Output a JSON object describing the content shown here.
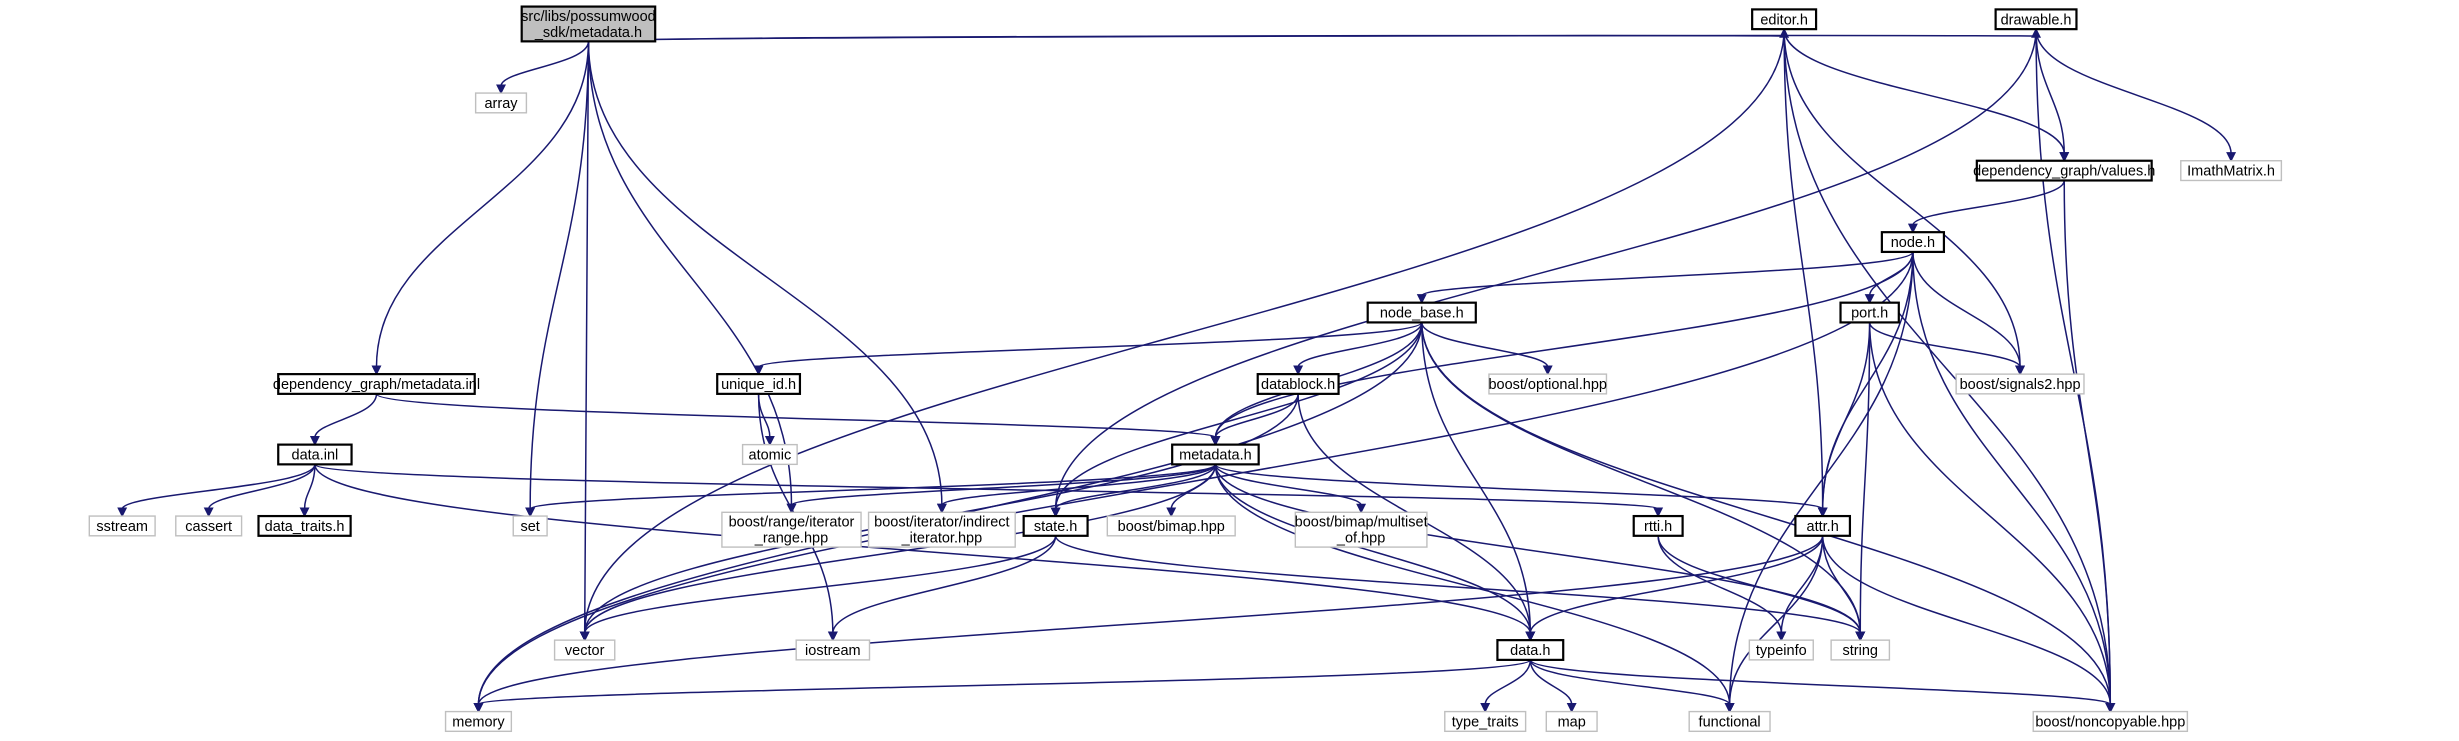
{
  "title": "src/libs/possumwood_sdk/metadata.h",
  "colors": {
    "edge": "#191970",
    "root_fill": "#bfbfbf",
    "node_border": "#000000",
    "external_border": "#bfbfbf"
  },
  "nodes": [
    {
      "id": "root",
      "lines": [
        "src/libs/possumwood",
        "_sdk/metadata.h"
      ],
      "kind": "root"
    },
    {
      "id": "array",
      "lines": [
        "array"
      ],
      "kind": "external"
    },
    {
      "id": "editor",
      "lines": [
        "editor.h"
      ],
      "kind": "file"
    },
    {
      "id": "drawable",
      "lines": [
        "drawable.h"
      ],
      "kind": "file"
    },
    {
      "id": "imath",
      "lines": [
        "ImathMatrix.h"
      ],
      "kind": "external"
    },
    {
      "id": "dgvalues",
      "lines": [
        "dependency_graph/values.h"
      ],
      "kind": "file"
    },
    {
      "id": "node",
      "lines": [
        "node.h"
      ],
      "kind": "file"
    },
    {
      "id": "nodebase",
      "lines": [
        "node_base.h"
      ],
      "kind": "file"
    },
    {
      "id": "port",
      "lines": [
        "port.h"
      ],
      "kind": "file"
    },
    {
      "id": "signals2",
      "lines": [
        "boost/signals2.hpp"
      ],
      "kind": "external"
    },
    {
      "id": "dgmetainl",
      "lines": [
        "dependency_graph/metadata.inl"
      ],
      "kind": "file"
    },
    {
      "id": "uniqueid",
      "lines": [
        "unique_id.h"
      ],
      "kind": "file"
    },
    {
      "id": "datablock",
      "lines": [
        "datablock.h"
      ],
      "kind": "file"
    },
    {
      "id": "boostopt",
      "lines": [
        "boost/optional.hpp"
      ],
      "kind": "external"
    },
    {
      "id": "atomic",
      "lines": [
        "atomic"
      ],
      "kind": "external"
    },
    {
      "id": "datainl",
      "lines": [
        "data.inl"
      ],
      "kind": "file"
    },
    {
      "id": "metadata",
      "lines": [
        "metadata.h"
      ],
      "kind": "file"
    },
    {
      "id": "sstream",
      "lines": [
        "sstream"
      ],
      "kind": "external"
    },
    {
      "id": "cassert",
      "lines": [
        "cassert"
      ],
      "kind": "external"
    },
    {
      "id": "datatraits",
      "lines": [
        "data_traits.h"
      ],
      "kind": "file"
    },
    {
      "id": "set",
      "lines": [
        "set"
      ],
      "kind": "external"
    },
    {
      "id": "rangeiter",
      "lines": [
        "boost/range/iterator",
        "_range.hpp"
      ],
      "kind": "external"
    },
    {
      "id": "indiriter",
      "lines": [
        "boost/iterator/indirect",
        "_iterator.hpp"
      ],
      "kind": "external"
    },
    {
      "id": "state",
      "lines": [
        "state.h"
      ],
      "kind": "file"
    },
    {
      "id": "bimap",
      "lines": [
        "boost/bimap.hpp"
      ],
      "kind": "external"
    },
    {
      "id": "multiset",
      "lines": [
        "boost/bimap/multiset",
        "_of.hpp"
      ],
      "kind": "external"
    },
    {
      "id": "rtti",
      "lines": [
        "rtti.h"
      ],
      "kind": "file"
    },
    {
      "id": "attr",
      "lines": [
        "attr.h"
      ],
      "kind": "file"
    },
    {
      "id": "vector",
      "lines": [
        "vector"
      ],
      "kind": "external"
    },
    {
      "id": "iostream",
      "lines": [
        "iostream"
      ],
      "kind": "external"
    },
    {
      "id": "data",
      "lines": [
        "data.h"
      ],
      "kind": "file"
    },
    {
      "id": "typeinfo",
      "lines": [
        "typeinfo"
      ],
      "kind": "external"
    },
    {
      "id": "string",
      "lines": [
        "string"
      ],
      "kind": "external"
    },
    {
      "id": "memory",
      "lines": [
        "memory"
      ],
      "kind": "external"
    },
    {
      "id": "typetraits",
      "lines": [
        "type_traits"
      ],
      "kind": "external"
    },
    {
      "id": "map",
      "lines": [
        "map"
      ],
      "kind": "external"
    },
    {
      "id": "functional",
      "lines": [
        "functional"
      ],
      "kind": "external"
    },
    {
      "id": "noncopyable",
      "lines": [
        "boost/noncopyable.hpp"
      ],
      "kind": "external"
    }
  ],
  "edges": [
    [
      "root",
      "array"
    ],
    [
      "root",
      "set"
    ],
    [
      "root",
      "vector"
    ],
    [
      "root",
      "dgmetainl"
    ],
    [
      "root",
      "rangeiter"
    ],
    [
      "root",
      "indiriter"
    ],
    [
      "root",
      "editor"
    ],
    [
      "root",
      "drawable"
    ],
    [
      "editor",
      "vector"
    ],
    [
      "editor",
      "dgvalues"
    ],
    [
      "editor",
      "attr"
    ],
    [
      "editor",
      "signals2"
    ],
    [
      "editor",
      "noncopyable"
    ],
    [
      "drawable",
      "dgvalues"
    ],
    [
      "drawable",
      "imath"
    ],
    [
      "drawable",
      "state"
    ],
    [
      "drawable",
      "noncopyable"
    ],
    [
      "dgvalues",
      "node"
    ],
    [
      "dgvalues",
      "noncopyable"
    ],
    [
      "node",
      "memory"
    ],
    [
      "node",
      "nodebase"
    ],
    [
      "node",
      "metadata"
    ],
    [
      "node",
      "port"
    ],
    [
      "node",
      "signals2"
    ],
    [
      "node",
      "attr"
    ],
    [
      "node",
      "functional"
    ],
    [
      "node",
      "noncopyable"
    ],
    [
      "nodebase",
      "memory"
    ],
    [
      "nodebase",
      "uniqueid"
    ],
    [
      "nodebase",
      "datablock"
    ],
    [
      "nodebase",
      "metadata"
    ],
    [
      "nodebase",
      "state"
    ],
    [
      "nodebase",
      "data"
    ],
    [
      "nodebase",
      "boostopt"
    ],
    [
      "nodebase",
      "string"
    ],
    [
      "nodebase",
      "noncopyable"
    ],
    [
      "port",
      "signals2"
    ],
    [
      "port",
      "attr"
    ],
    [
      "port",
      "string"
    ],
    [
      "port",
      "noncopyable"
    ],
    [
      "dgmetainl",
      "datainl"
    ],
    [
      "dgmetainl",
      "metadata"
    ],
    [
      "uniqueid",
      "atomic"
    ],
    [
      "uniqueid",
      "iostream"
    ],
    [
      "datablock",
      "metadata"
    ],
    [
      "datablock",
      "vector"
    ],
    [
      "datablock",
      "data"
    ],
    [
      "datainl",
      "sstream"
    ],
    [
      "datainl",
      "cassert"
    ],
    [
      "datainl",
      "datatraits"
    ],
    [
      "datainl",
      "rtti"
    ],
    [
      "datainl",
      "data"
    ],
    [
      "metadata",
      "set"
    ],
    [
      "metadata",
      "rangeiter"
    ],
    [
      "metadata",
      "indiriter"
    ],
    [
      "metadata",
      "state"
    ],
    [
      "metadata",
      "bimap"
    ],
    [
      "metadata",
      "multiset"
    ],
    [
      "metadata",
      "vector"
    ],
    [
      "metadata",
      "data"
    ],
    [
      "metadata",
      "attr"
    ],
    [
      "metadata",
      "string"
    ],
    [
      "metadata",
      "functional"
    ],
    [
      "state",
      "vector"
    ],
    [
      "state",
      "iostream"
    ],
    [
      "state",
      "string"
    ],
    [
      "rtti",
      "typeinfo"
    ],
    [
      "rtti",
      "string"
    ],
    [
      "attr",
      "data"
    ],
    [
      "attr",
      "typeinfo"
    ],
    [
      "attr",
      "string"
    ],
    [
      "attr",
      "memory"
    ],
    [
      "attr",
      "functional"
    ],
    [
      "attr",
      "noncopyable"
    ],
    [
      "data",
      "memory"
    ],
    [
      "data",
      "typetraits"
    ],
    [
      "data",
      "map"
    ],
    [
      "data",
      "functional"
    ],
    [
      "data",
      "noncopyable"
    ]
  ]
}
